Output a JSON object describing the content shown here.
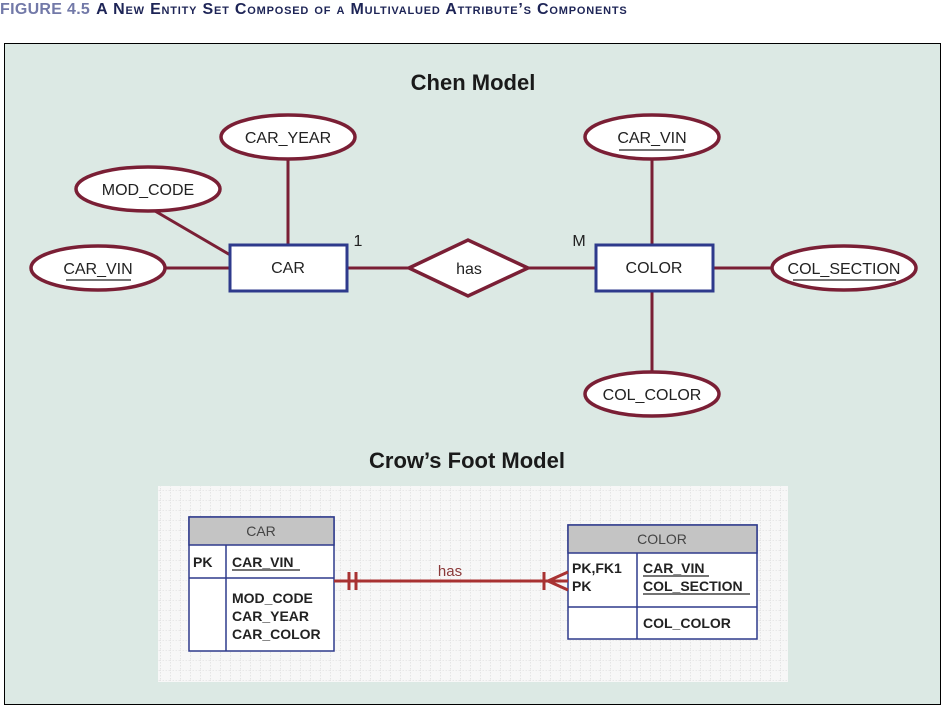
{
  "caption": {
    "number": "FIGURE 4.5",
    "title": "A New Entity Set Composed of a Multivalued Attribute’s Components"
  },
  "chen": {
    "heading": "Chen Model",
    "entity_car": "CAR",
    "entity_color": "COLOR",
    "relationship": "has",
    "card_car": "1",
    "card_color": "M",
    "attr_car_year": "CAR_YEAR",
    "attr_mod_code": "MOD_CODE",
    "attr_car_vin": "CAR_VIN",
    "attr_color_car_vin": "CAR_VIN",
    "attr_col_section": "COL_SECTION",
    "attr_col_color": "COL_COLOR"
  },
  "crowsfoot": {
    "heading": "Crow’s Foot Model",
    "relationship": "has",
    "car": {
      "title": "CAR",
      "pk_label": "PK",
      "pk_field": "CAR_VIN",
      "fields": [
        "MOD_CODE",
        "CAR_YEAR",
        "CAR_COLOR"
      ]
    },
    "color": {
      "title": "COLOR",
      "key_labels": [
        "PK,FK1",
        "PK"
      ],
      "key_fields": [
        "CAR_VIN",
        "COL_SECTION"
      ],
      "fields": [
        "COL_COLOR"
      ]
    }
  },
  "colors": {
    "entity_border": "#2e3a8c",
    "ellipse_border": "#7a1f35",
    "line": "#7a1f35",
    "crow_line": "#a83232",
    "panel_bg": "#dce9e4"
  }
}
